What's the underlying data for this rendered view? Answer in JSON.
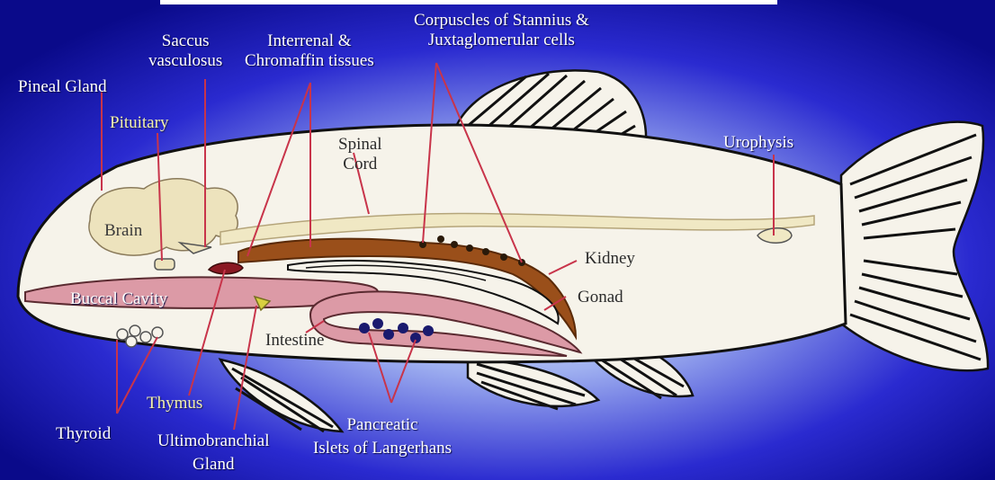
{
  "labels": {
    "corpuscles": [
      "Corpuscles of Stannius &",
      "Juxtaglomerular cells"
    ],
    "saccus": [
      "Saccus",
      "vasculosus"
    ],
    "interrenal": [
      "Interrenal &",
      "Chromaffin tissues"
    ],
    "pineal": "Pineal Gland",
    "pituitary": "Pituitary",
    "spinal_cord": [
      "Spinal",
      "Cord"
    ],
    "urophysis": "Urophysis",
    "brain": "Brain",
    "kidney": "Kidney",
    "gonad": "Gonad",
    "buccal_cavity": "Buccal Cavity",
    "intestine": "Intestine",
    "thymus": "Thymus",
    "thyroid": "Thyroid",
    "ultimobranchial": [
      "Ultimobranchial",
      "Gland"
    ],
    "pancreatic": [
      "Pancreatic",
      "Islets of Langerhans"
    ]
  },
  "colors": {
    "background_dark": "#0d0d9e",
    "background_light": "#dfe6ff",
    "body_fill": "#f6f3ea",
    "pointer_line": "#c8344a",
    "brain_fill": "#ede3bd",
    "kidney_fill": "#9a4f1a",
    "buccal_fill": "#dc9aa6",
    "pancreas_fill": "#1a1a6e"
  }
}
